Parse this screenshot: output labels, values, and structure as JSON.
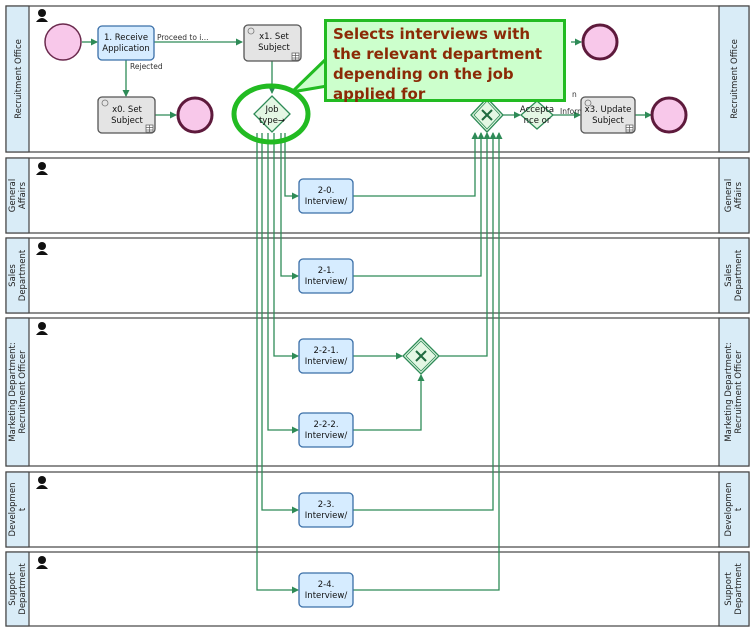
{
  "lanes": [
    {
      "label": "Recruitment Office"
    },
    {
      "label_lines": [
        "General",
        "Affairs"
      ]
    },
    {
      "label_lines": [
        "Sales",
        "Department"
      ]
    },
    {
      "label_lines": [
        "Marketing Department:",
        "Recruitment Officer"
      ]
    },
    {
      "label_lines": [
        "Developmen",
        "t"
      ]
    },
    {
      "label_lines": [
        "Support",
        "Department"
      ]
    }
  ],
  "tasks": {
    "receive": [
      "1. Receive",
      "Application"
    ],
    "x0": [
      "x0. Set",
      "Subject"
    ],
    "x1": [
      "x1. Set",
      "Subject"
    ],
    "x3": [
      "x3. Update",
      "Subject"
    ],
    "t20": [
      "2-0.",
      "Interview/"
    ],
    "t21": [
      "2-1.",
      "Interview/"
    ],
    "t221": [
      "2-2-1.",
      "Interview/"
    ],
    "t222": [
      "2-2-2.",
      "Interview/"
    ],
    "t23": [
      "2-3.",
      "Interview/"
    ],
    "t24": [
      "2-4.",
      "Interview/"
    ]
  },
  "gateways": {
    "job_type": [
      "Job",
      "type→"
    ],
    "acceptance": [
      "Accepta",
      "nce or"
    ]
  },
  "flow_labels": {
    "proceed": "Proceed to i...",
    "rejected": "Rejected",
    "fragment_n": "n",
    "inform": "Inform"
  },
  "callout": {
    "text": "Selects interviews with the relevant department depending on the job applied for"
  },
  "colors": {
    "callout_border": "#22bb22",
    "callout_bg": "#ccffcc",
    "callout_text": "#8b2a06",
    "flow": "#2e8b57",
    "task_blue": "#d6ecff",
    "task_gray": "#e4e4e4"
  }
}
